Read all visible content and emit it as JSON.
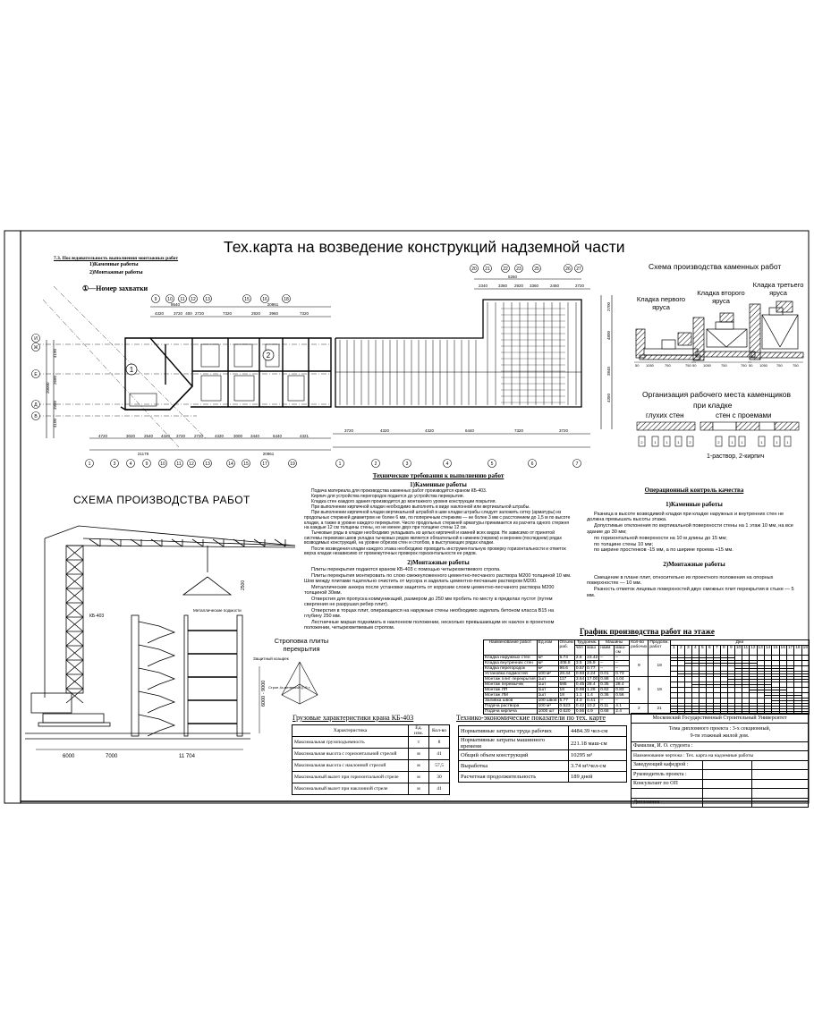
{
  "sheet": {
    "title": "Тех.карта на возведение конструкций надземной части"
  },
  "plan_legend": {
    "heading": "7.3. Последовательность выполнения монтажных работ",
    "item1": "1)Каменные работы",
    "item2": "2)Монтажные работы",
    "zone_label": "①—Номер захватки",
    "zone1": "1",
    "zone2": "2"
  },
  "plan": {
    "axes_top": [
      "9",
      "10",
      "11",
      "12",
      "13",
      "15",
      "16",
      "18"
    ],
    "axes_bottom": [
      "1",
      "3",
      "4",
      "9",
      "10",
      "11",
      "12",
      "13",
      "14",
      "15",
      "17",
      "19"
    ],
    "axes_left": [
      "И",
      "Ж",
      "Е",
      "Д",
      "В"
    ],
    "dims_top": [
      "4320",
      "3720",
      "400",
      "2720",
      "7320",
      "2920",
      "3960",
      "7320"
    ],
    "dims_top_total": [
      "8640",
      "20961"
    ],
    "dims_bottom": [
      "4720",
      "3020",
      "2540",
      "4320",
      "3720",
      "2720",
      "4320",
      "3000",
      "3440",
      "6440",
      "4321"
    ],
    "dims_bottom_total": [
      "21179",
      "20961"
    ],
    "dims_left": [
      "4190",
      "2680",
      "3980",
      "4100"
    ],
    "dims_left_total": "20000"
  },
  "slab_plan": {
    "axes_top": [
      "20",
      "21",
      "22",
      "23",
      "25",
      "26",
      "27"
    ],
    "dims_top": [
      "2340",
      "3360",
      "2920",
      "3360",
      "2460",
      "2720"
    ],
    "dims_top_sub": "5260",
    "dims_bottom": [
      "3720",
      "4320",
      "4320",
      "6440",
      "7320",
      "3720"
    ],
    "dims_right": [
      "2700",
      "4800",
      "3840",
      "4350"
    ],
    "axes_bottom": [
      "1",
      "2",
      "3",
      "4",
      "5",
      "6",
      "7"
    ]
  },
  "masonry": {
    "title": "Схема производства каменных работ",
    "tier1": "Кладка первого яруса",
    "tier2": "Кладка второго яруса",
    "tier3": "Кладка третьего яруса",
    "dims": [
      "50",
      "1050",
      "750",
      "750"
    ],
    "workplace_title": "Организация рабочего места каменщиков",
    "workplace_sub": "при кладке",
    "blind_walls": "глухих стен",
    "walls_openings": "стен с проемами",
    "legend": "1-раствор, 2-кирпич",
    "blind_marks": [
      "2",
      "1",
      "1",
      "1",
      "2"
    ],
    "open_marks": [
      "2",
      "1",
      "1",
      "1",
      "1",
      "1"
    ]
  },
  "works_scheme": {
    "title": "СХЕМА ПРОИЗВОДСТВА РАБОТ",
    "crane_label": "КБ-403",
    "scaffold_label": "Металлические подмости",
    "visor_label": "Защитный козырек",
    "height_range": "6000 - 9000",
    "hook_dim": "2500",
    "dims_bottom": [
      "6000",
      "7000",
      "11 704"
    ],
    "slab_sling_title": "Строповка плиты перекрытия",
    "sling_note": "Строп 4х-ветвевой Q=5 т"
  },
  "tech_requirements": {
    "title": "Технические требования к выполнению работ",
    "s1_title": "1)Каменные работы",
    "s1": [
      "Подача материала для производства каменных работ производится краном КБ-403.",
      "Кирпич для устройства перегородок подается до устройства перекрытия.",
      "Кладка стен каждого здания производится до монтажного уровня конструкции покрытия.",
      "При выполнении кирпичной кладки необходимо выполнять в виде наклонной или вертикальной штрабы.",
      "При выполнении кирпичной кладки вертикальной штрабой в шве кладки штрабы следует заложить сетку (арматуры) из продольных стержней диаметром не более 6 мм, по поперечным стержням — не более 3 мм с расстоянием до 1,5 м по высоте кладки, а также в уровне каждого перекрытия. Число продольных стержней арматуры принимается из расчета одного стержня на каждые 12 см толщины стены, но не менее двух при толщине стены 12 см.",
      "Тычковые ряды в кладке необходимо укладывать из целых кирпичей и камней всех видов. Не зависимо от принятой системы перевязки швов укладка тычковых рядов является обязательной в нижнем (первом) и верхнем (последнем) рядах возводимых конструкций, на уровне обрезов стен и столбов, в выступающих рядах кладки.",
      "После возведения кладки каждого этажа необходимо проводить инструментальную проверку горизонтальности и отметок верха кладки независимо от промежуточных проверок горизонтальности ее рядов."
    ],
    "s2_title": "2)Монтажные работы",
    "s2": [
      "Плиты перекрытия подаются краном КБ-403 с помощью четырехветвевого стропа.",
      "Плиты перекрытия монтировать по слою свежеуложенного цементно-песчаного раствора М200 толщиной 10 мм. Шов между плитами тщательно очистить от мусора и заделать цементно-песчаным раствором М200.",
      "Металлические анкера после установки защитить от коррозии слоем цементно-песчаного раствора М200 толщиной 30мм.",
      "Отверстия для пропуска коммуникаций, размером до 250 мм пробить по месту в пределах пустот (путем сверления не разрушая ребер плит).",
      "Отверстия в торцах плит, опирающихся на наружные стены необходимо заделать бетоном класса В15 на глубину 250 мм.",
      "Лестничные марши поднимать в наклонном положении, несколько превышающим их наклон в проектном положении, четырехветвевым стропом."
    ]
  },
  "quality_control": {
    "title": "Операционный контроль качества",
    "s1_title": "1)Каменные работы",
    "s1": [
      "Разница в высоте возводимой кладки при кладке наружных и внутренних стен не должна превышать высоты этажа.",
      "Допустимые отклонения по вертикальной поверхности стены на 1 этаж 10 мм, на все здание до 30 мм;",
      "по горизонтальной поверхности на 10 м длины до 15 мм;",
      "по толщине стены 10 мм;",
      "по ширине простенков -15 мм, а по ширине проема +15 мм."
    ],
    "s2_title": "2)Монтажные работы",
    "s2": [
      "Смещение в плане плит, относительно их проектного положения на опорных поверхностях — 10 мм.",
      "Разность отметок лицевых поверхностей двух смежных плит перекрытия в стыке — 5 мм."
    ]
  },
  "schedule": {
    "title": "График производства работ на этаже",
    "headers": {
      "name": "Наименование работ",
      "unit": "Ед.изм",
      "volume": "Объем раб.",
      "labor": "Трудоемк.",
      "labor_ch": "чел",
      "labor_m": "маш",
      "machines": "Машины",
      "mach_a": "наим",
      "mach_b": "маш-см",
      "workers": "Кол-во рабочих",
      "duration": "Продолж. работ",
      "days": "Дни"
    },
    "days": [
      "1",
      "2",
      "3",
      "4",
      "5",
      "6",
      "7",
      "8",
      "9",
      "10",
      "11",
      "12",
      "13",
      "14",
      "15",
      "16",
      "17",
      "18",
      "19"
    ],
    "groups": [
      {
        "workers": "9",
        "duration": "19",
        "rows": [
          {
            "name": "Кладка наружных стен",
            "unit": "м³",
            "volume": "5.74",
            "ch": "2.8",
            "m": "23.42",
            "ma": "–",
            "mb": "–",
            "bar": [
              1,
              9
            ]
          },
          {
            "name": "Кладка внутренних стен",
            "unit": "м³",
            "volume": "408.8",
            "ch": "3.5",
            "m": "26.9",
            "ma": "–",
            "mb": "–",
            "bar": [
              3,
              12
            ]
          },
          {
            "name": "Кладка перегородок",
            "unit": "м²",
            "volume": "98.6",
            "ch": "0.57",
            "m": "0.77",
            "ma": "–",
            "mb": "–",
            "bar": [
              10,
              17
            ]
          },
          {
            "name": "Установка подмостей",
            "unit": "100 м²",
            "volume": "28.44",
            "ch": "0.93",
            "m": "2.24",
            "ma": "0.01",
            "mb": "0.73",
            "bar": [
              2,
              19
            ]
          }
        ]
      },
      {
        "workers": "8",
        "duration": "19",
        "rows": [
          {
            "name": "Монтаж плит перекрытия",
            "unit": "1шт",
            "volume": "117",
            "ch": "3.64",
            "m": "17.00",
            "ma": "0.88",
            "mb": "4.04",
            "bar": [
              9,
              19
            ]
          },
          {
            "name": "Монтаж перемычек",
            "unit": "1шт",
            "volume": "585",
            "ch": "0.45",
            "m": "28.4",
            "ma": "0.35",
            "mb": "28.4",
            "bar": [
              4,
              14
            ]
          },
          {
            "name": "Монтаж ЛП",
            "unit": "1шт",
            "volume": "18",
            "ch": "0.98",
            "m": "1.26",
            "ma": "0.62",
            "mb": "0.83",
            "bar": [
              12,
              16
            ]
          },
          {
            "name": "Монтаж ЛМ",
            "unit": "1шт",
            "volume": "18",
            "ch": "1.1",
            "m": "1.4",
            "ma": "0.36",
            "mb": "0.56",
            "bar": [
              14,
              18
            ]
          },
          {
            "name": "Заливка швов",
            "unit": "100 швов",
            "volume": "5.77",
            "ch": "4.3",
            "m": "0.41",
            "ma": "–",
            "mb": "–",
            "bar": [
              15,
              19
            ]
          }
        ]
      },
      {
        "workers": "2",
        "duration": "21",
        "rows": [
          {
            "name": "Подача раствора",
            "unit": "100 м³",
            "volume": "0.523",
            "ch": "0.42",
            "m": "10.2",
            "ma": "0.11",
            "mb": "4.1",
            "bar": [
              1,
              19
            ]
          },
          {
            "name": "Подача кирпича",
            "unit": "1000 шт",
            "volume": "0.620",
            "ch": "0.56",
            "m": "4.9",
            "ma": "0.68",
            "mb": "2.4",
            "bar": [
              1,
              19
            ]
          }
        ]
      }
    ]
  },
  "crane_table": {
    "title": "Грузовые характеристики крана КБ-403",
    "headers": [
      "Характеристика",
      "Ед. изм.",
      "Кол-во"
    ],
    "rows": [
      [
        "Максимальная грузоподъемность",
        "т",
        "8"
      ],
      [
        "Максимальная высота с горизонтальной стрелой",
        "м",
        "41"
      ],
      [
        "Максимальная высота с наклонной стрелой",
        "м",
        "57,5"
      ],
      [
        "Максимальный вылет при горизонтальной стреле",
        "м",
        "30"
      ],
      [
        "Максимальный вылет при наклонной стреле",
        "м",
        "41"
      ]
    ]
  },
  "tep_table": {
    "title": "Технико-экономические показатели по тех. карте",
    "rows": [
      [
        "Нормативные затраты труда рабочих",
        "4484.39 чел-см"
      ],
      [
        "Нормативные затраты машинного времени",
        "221.18 маш-см"
      ],
      [
        "Общий объем конструкций",
        "10295 м³"
      ],
      [
        "Выработка",
        "3.74 м³/чел-см"
      ],
      [
        "Расчетная продолжительность",
        "189 дней"
      ]
    ]
  },
  "title_block": {
    "university": "Московский Государственный Строительный Университет",
    "topic_1": "Тема дипломного проекта : 3-х секционный,",
    "topic_2": "9-ти этажный жилой дом.",
    "student": "Фамилия, И. О. студента :",
    "drawing": "Наименование чертежа : Тех. карта на надземные работы",
    "head": "Заведующий кафедрой :",
    "supervisor": "Руководитель проекта :",
    "consultant": "Консультант по ОП",
    "graduate": "Дипломник"
  }
}
